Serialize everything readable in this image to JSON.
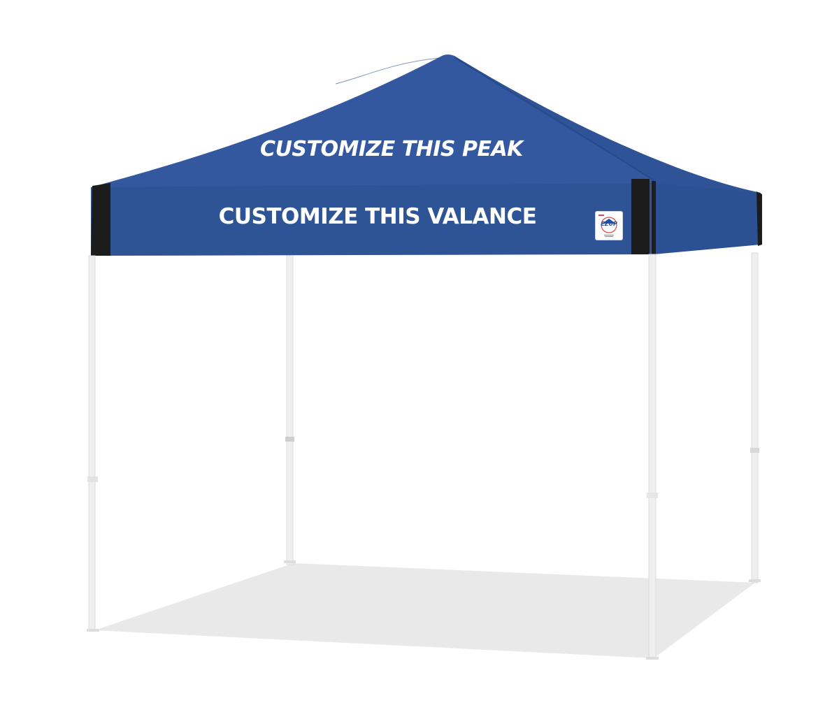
{
  "product": {
    "name": "Canopy tent",
    "canopy_color": "#2f5597",
    "canopy_shade": "#2a4f91",
    "trim_color": "#1b1b1b",
    "frame_color": "#f4f4f4",
    "floor_shadow_color": "#e9e9e9"
  },
  "roof": {
    "peak_label": "CUSTOMIZE THIS PEAK"
  },
  "valance": {
    "label": "CUSTOMIZE THIS VALANCE"
  },
  "badge": {
    "logo_text": "EZUP",
    "icon": "brand-logo-icon"
  }
}
